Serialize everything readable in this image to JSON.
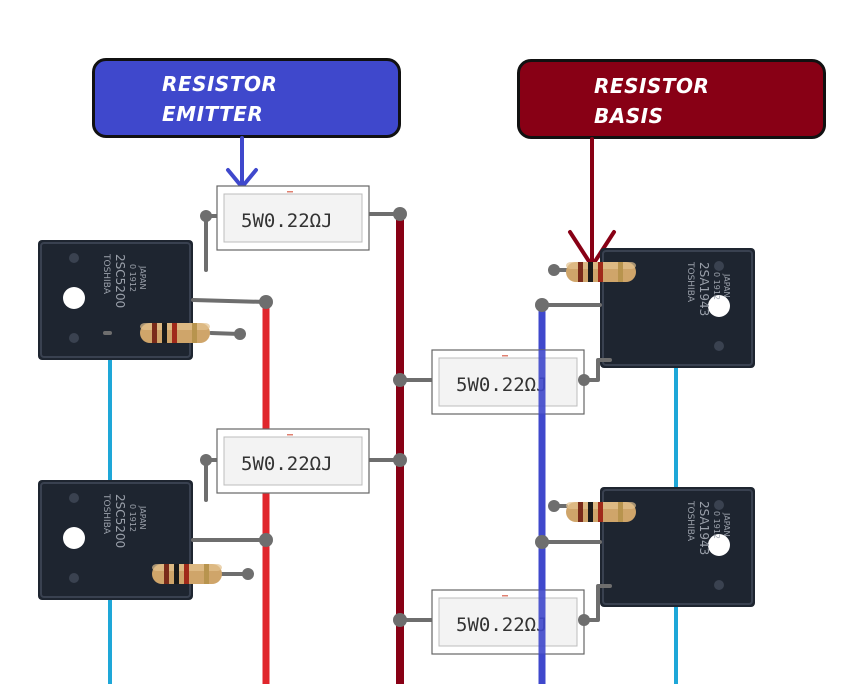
{
  "callouts": {
    "emitter": {
      "line1": "RESISTOR",
      "line2": "EMITTER",
      "color": "#3f48cc"
    },
    "basis": {
      "line1": "RESISTOR",
      "line2": "BASIS",
      "color": "#880015"
    }
  },
  "power_resistor_label": "5W0.22ΩJ",
  "transistors": {
    "left": {
      "brand": "TOSHIBA",
      "part": "2SC5200",
      "code": "0 1912",
      "origin": "JAPAN"
    },
    "right": {
      "brand": "TOSHIBA",
      "part": "2SA1943",
      "code": "0 1912",
      "origin": "JAPAN"
    }
  },
  "colors": {
    "red_rail": "#e0262c",
    "darkred_rail": "#880015",
    "blue_rail": "#3f48cc",
    "cyan_wire": "#1ea7d8",
    "lead": "#6e6e6e",
    "transistor_body": "#1e2530"
  }
}
